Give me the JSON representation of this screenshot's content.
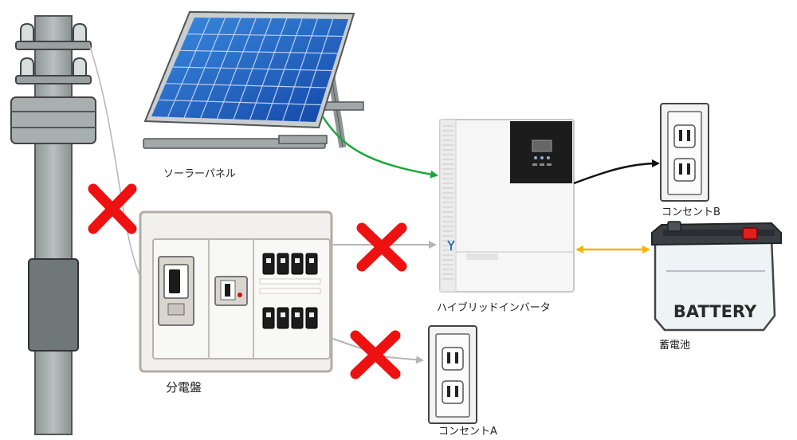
{
  "labels": {
    "solar_panel": "ソーラーパネル",
    "inverter": "ハイブリッドインバータ",
    "outlet_b": "コンセントB",
    "outlet_a": "コンセントA",
    "battery": "蓄電池",
    "distribution_board": "分電盤",
    "battery_print": "BATTERY"
  },
  "colors": {
    "solar_to_inverter": "#19a83a",
    "inverter_to_outlet_b": "#111111",
    "inverter_battery": "#f2b600",
    "disconnected_line": "#b5b5b5",
    "cross_mark": "#ee1111"
  },
  "connections": [
    {
      "from": "solar_panel",
      "to": "inverter",
      "status": "active"
    },
    {
      "from": "inverter",
      "to": "outlet_b",
      "status": "active"
    },
    {
      "from": "inverter",
      "to": "battery",
      "status": "bidirectional"
    },
    {
      "from": "utility_pole",
      "to": "distribution_board",
      "status": "disconnected"
    },
    {
      "from": "distribution_board",
      "to": "inverter",
      "status": "disconnected"
    },
    {
      "from": "distribution_board",
      "to": "outlet_a",
      "status": "disconnected"
    }
  ]
}
